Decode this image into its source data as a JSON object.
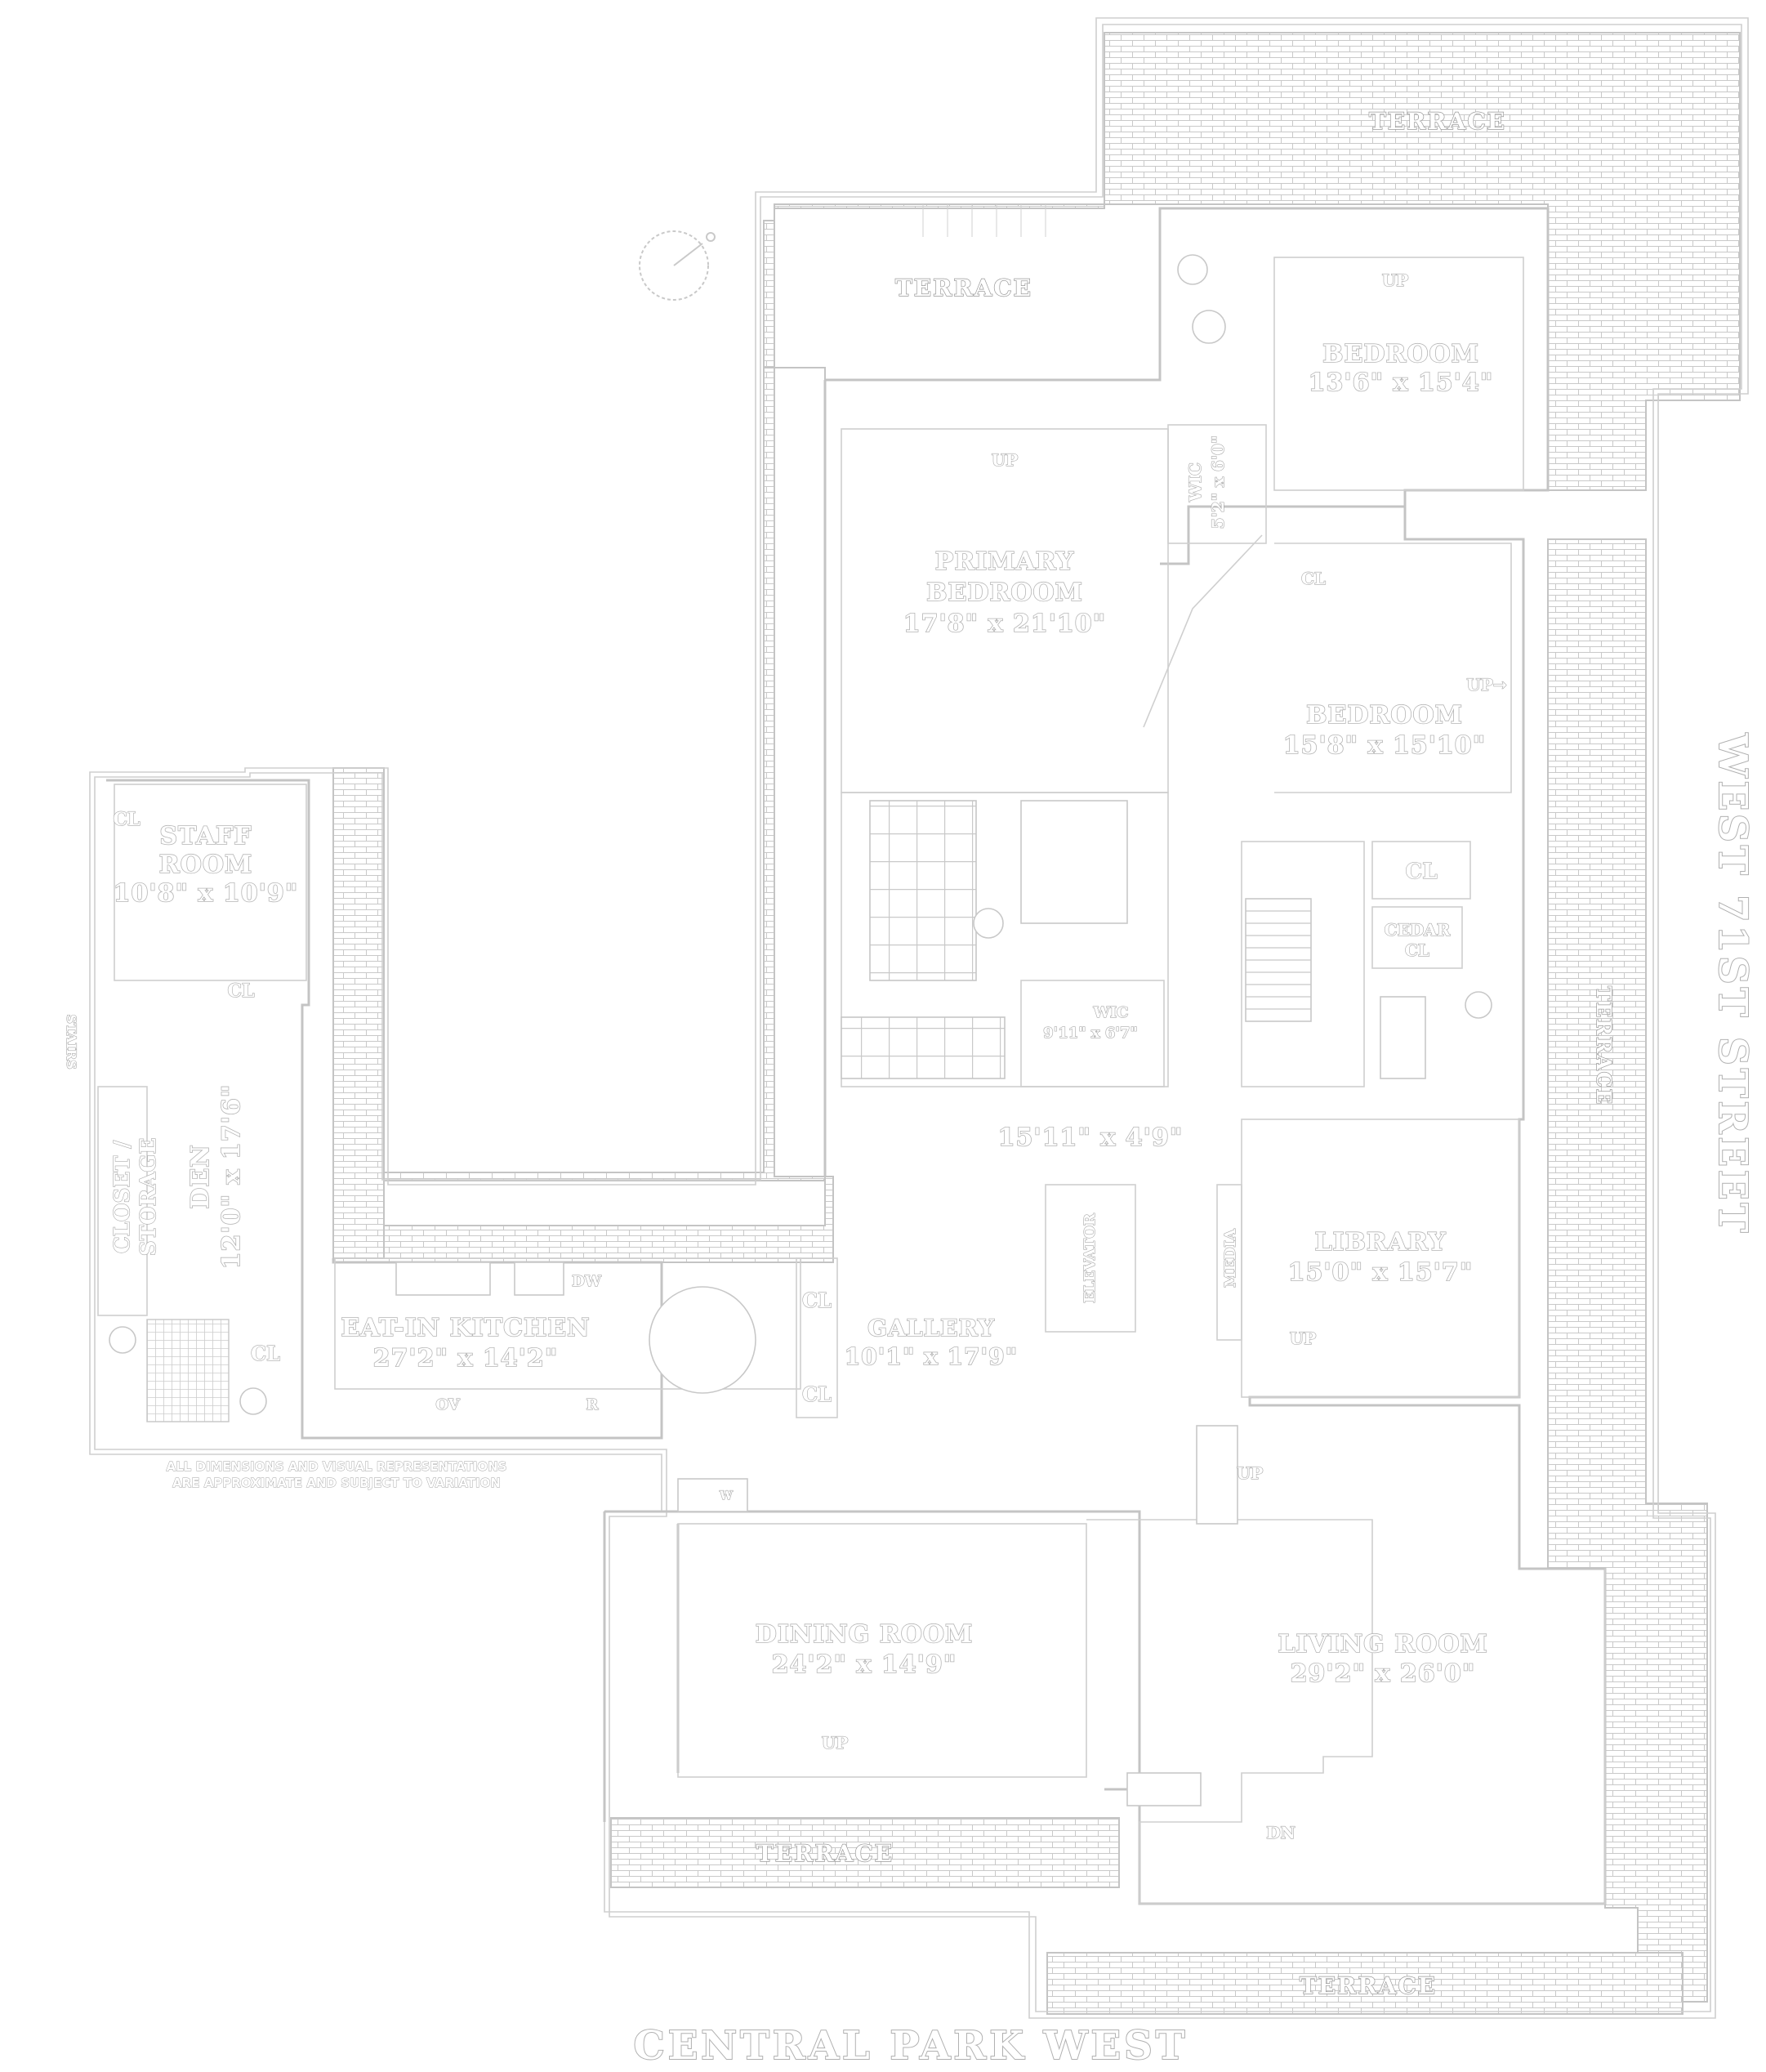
{
  "streets": {
    "east": "WEST 71ST STREET",
    "south": "CENTRAL PARK WEST"
  },
  "disclaimer": {
    "line1": "ALL DIMENSIONS AND VISUAL REPRESENTATIONS",
    "line2": "ARE APPROXIMATE AND SUBJECT TO VARIATION"
  },
  "terraces": {
    "north": "TERRACE",
    "northwest": "TERRACE",
    "east": "TERRACE",
    "south_left": "TERRACE",
    "south_right": "TERRACE"
  },
  "rooms": {
    "bedroom_north": {
      "name": "BEDROOM",
      "size": "13'6\" x 15'4\""
    },
    "primary_bedroom": {
      "line1": "PRIMARY",
      "line2": "BEDROOM",
      "size": "17'8\" x 21'10\""
    },
    "bedroom_east": {
      "name": "BEDROOM",
      "size": "15'8\" x 15'10\""
    },
    "staff_room": {
      "line1": "STAFF",
      "line2": "ROOM",
      "size": "10'8\" x 10'9\""
    },
    "den": {
      "name": "DEN",
      "size": "12'0\" x 17'6\""
    },
    "eat_in_kitchen": {
      "name": "EAT-IN KITCHEN",
      "size": "27'2\" x 14'2\""
    },
    "gallery": {
      "name": "GALLERY",
      "size": "10'1\" x 17'9\""
    },
    "library": {
      "name": "LIBRARY",
      "size": "15'0\" x 15'7\""
    },
    "dining_room": {
      "name": "DINING ROOM",
      "size": "24'2\" x 14'9\""
    },
    "living_room": {
      "name": "LIVING ROOM",
      "size": "29'2\" x 26'0\""
    },
    "hall": {
      "size": "15'11\" x 4'9\""
    },
    "wic_primary": {
      "name": "WIC",
      "size": "9'11\" x 6'7\""
    },
    "wic_north": {
      "name": "WIC",
      "size": "5'2\" x 6'0\""
    }
  },
  "labels": {
    "cl": "CL",
    "closet_storage_1": "CLOSET /",
    "closet_storage_2": "STORAGE",
    "cedar_cl_1": "CEDAR",
    "cedar_cl_2": "CL",
    "elevator": "ELEVATOR",
    "stairs_service": "STAIRS",
    "media": "MEDIA",
    "dw": "DW",
    "ov": "OV",
    "r": "R",
    "up": "UP",
    "up_arrow": "UP→",
    "dn": "DN",
    "w": "W"
  }
}
